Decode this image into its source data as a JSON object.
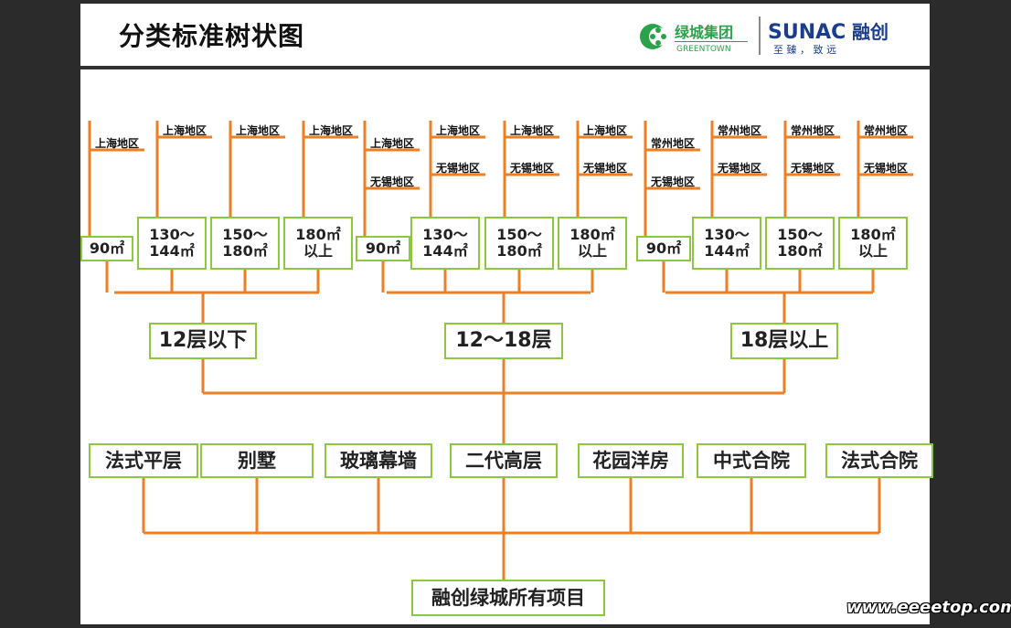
{
  "title": "分类标准树状图",
  "logos": {
    "greentown_cn": "绿城集团",
    "greentown_en": "GREENTOWN",
    "sunac_en": "SUNAC",
    "sunac_cn": "融创",
    "sunac_slogan": "至 臻 ， 致 远"
  },
  "root": "融创绿城所有项目",
  "product_types": [
    "法式平层",
    "别墅",
    "玻璃幕墙",
    "二代高层",
    "花园洋房",
    "中式合院",
    "法式合院"
  ],
  "floor_groups": [
    {
      "label": "12层以下",
      "sizes": [
        {
          "lines": [
            "90㎡"
          ],
          "regions": [
            "上海地区"
          ]
        },
        {
          "lines": [
            "130～",
            "144㎡"
          ],
          "regions": [
            "上海地区"
          ]
        },
        {
          "lines": [
            "150～",
            "180㎡"
          ],
          "regions": [
            "上海地区"
          ]
        },
        {
          "lines": [
            "180㎡",
            "以上"
          ],
          "regions": [
            "上海地区"
          ]
        }
      ]
    },
    {
      "label": "12～18层",
      "sizes": [
        {
          "lines": [
            "90㎡"
          ],
          "regions": [
            "上海地区",
            "无锡地区"
          ]
        },
        {
          "lines": [
            "130～",
            "144㎡"
          ],
          "regions": [
            "上海地区",
            "无锡地区"
          ]
        },
        {
          "lines": [
            "150～",
            "180㎡"
          ],
          "regions": [
            "上海地区",
            "无锡地区"
          ]
        },
        {
          "lines": [
            "180㎡",
            "以上"
          ],
          "regions": [
            "上海地区",
            "无锡地区"
          ]
        }
      ]
    },
    {
      "label": "18层以上",
      "sizes": [
        {
          "lines": [
            "90㎡"
          ],
          "regions": [
            "常州地区",
            "无锡地区"
          ]
        },
        {
          "lines": [
            "130～",
            "144㎡"
          ],
          "regions": [
            "常州地区",
            "无锡地区"
          ]
        },
        {
          "lines": [
            "150～",
            "180㎡"
          ],
          "regions": [
            "常州地区",
            "无锡地区"
          ]
        },
        {
          "lines": [
            "180㎡",
            "以上"
          ],
          "regions": [
            "常州地区",
            "无锡地区"
          ]
        }
      ]
    }
  ],
  "watermark": "www.eeeetop.com",
  "colors": {
    "connector": "#f07f23",
    "box_border": "#8dc63f",
    "greentown": "#2aa24a",
    "sunac": "#1a3d8f"
  }
}
